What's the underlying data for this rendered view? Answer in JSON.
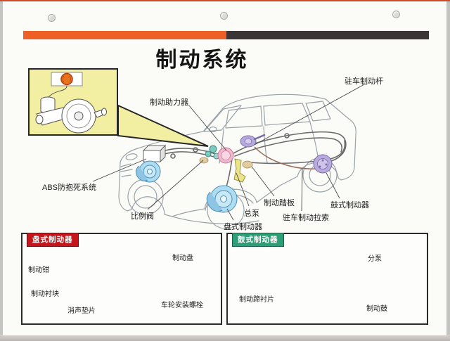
{
  "page": {
    "title": "制动系统",
    "colors": {
      "accent_orange": "#ee5f25",
      "accent_dark": "#3a3637",
      "inset_yellow": "#f2efa2",
      "badge_red": "#c4161c",
      "badge_green": "#2e9e77",
      "brake_blue": "#aedcf0",
      "booster_pink": "#f2b9ce",
      "drum_purple": "#b9aade",
      "shoe_tan": "#f0c16b",
      "pedal_yellow": "#ece48a",
      "warning_lamp_orange": "#e8731e"
    }
  },
  "main_diagram": {
    "labels": {
      "parking_brake_lever": "驻车制动杆",
      "brake_booster": "制动助力器",
      "abs_system": "ABS防抱死系统",
      "proportioning_valve": "比例阀",
      "master_cylinder": "总泵",
      "brake_pedal": "制动踏板",
      "parking_brake_cable": "驻车制动拉索",
      "drum_brake": "鼓式制动器",
      "disc_brake": "盘式制动器"
    }
  },
  "disc_panel": {
    "badge": "盘式制动器",
    "labels": {
      "caliper": "制动钳",
      "pads": "制动衬块",
      "shim": "消声垫片",
      "rotor": "制动盘",
      "wheel_bolts": "车轮安装螺栓"
    }
  },
  "drum_panel": {
    "badge": "鼓式制动器",
    "labels": {
      "wheel_cylinder": "分泵",
      "shoe_lining": "制动蹄衬片",
      "drum": "制动鼓"
    }
  }
}
